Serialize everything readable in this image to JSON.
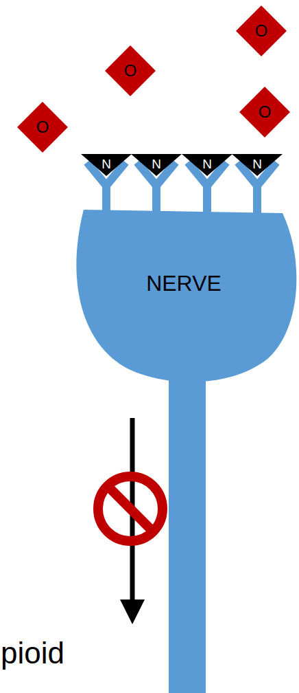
{
  "diagram": {
    "nodes": [
      {
        "text": [
          "O"
        ]
      },
      {
        "text": [
          "O"
        ]
      },
      {
        "text": [
          "O"
        ]
      },
      {
        "text": [
          "O"
        ]
      },
      {
        "text": [
          "N"
        ]
      },
      {
        "text": [
          "N"
        ]
      },
      {
        "text": [
          "N"
        ]
      },
      {
        "text": [
          "N"
        ]
      },
      {
        "text": [
          "NERVE"
        ]
      }
    ],
    "labels": [
      "pioid"
    ]
  }
}
